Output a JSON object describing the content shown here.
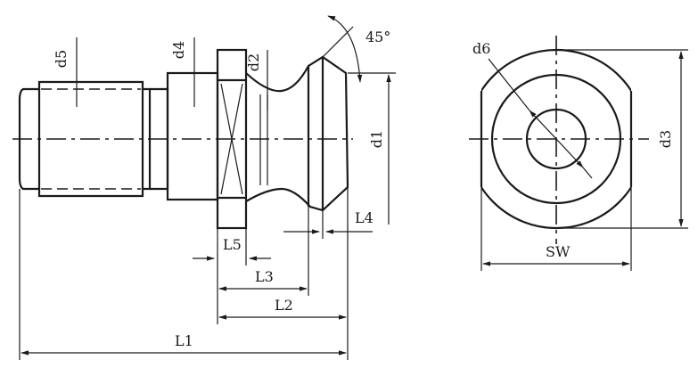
{
  "labels": {
    "d5": "d5",
    "d4": "d4",
    "d2": "d2",
    "angle": "45°",
    "d1": "d1",
    "L5": "L5",
    "L4": "L4",
    "L3": "L3",
    "L2": "L2",
    "L1": "L1",
    "d6": "d6",
    "d3": "d3",
    "SW": "SW"
  }
}
